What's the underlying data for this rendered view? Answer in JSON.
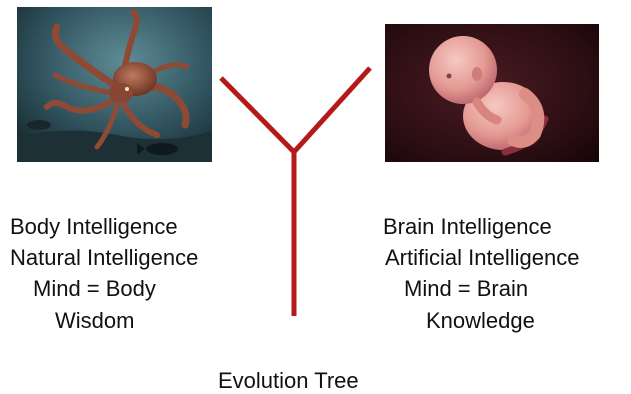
{
  "images": {
    "left": "octopus photo",
    "right": "fetus in womb photo"
  },
  "colors": {
    "tree_line": "#b51a1a",
    "text": "#111111",
    "background": "#ffffff"
  },
  "left_labels": [
    "Body Intelligence",
    "Natural Intelligence",
    "Mind = Body",
    "Wisdom"
  ],
  "right_labels": [
    "Brain Intelligence",
    "Artificial Intelligence",
    "Mind = Brain",
    "Knowledge"
  ],
  "caption": "Evolution Tree"
}
